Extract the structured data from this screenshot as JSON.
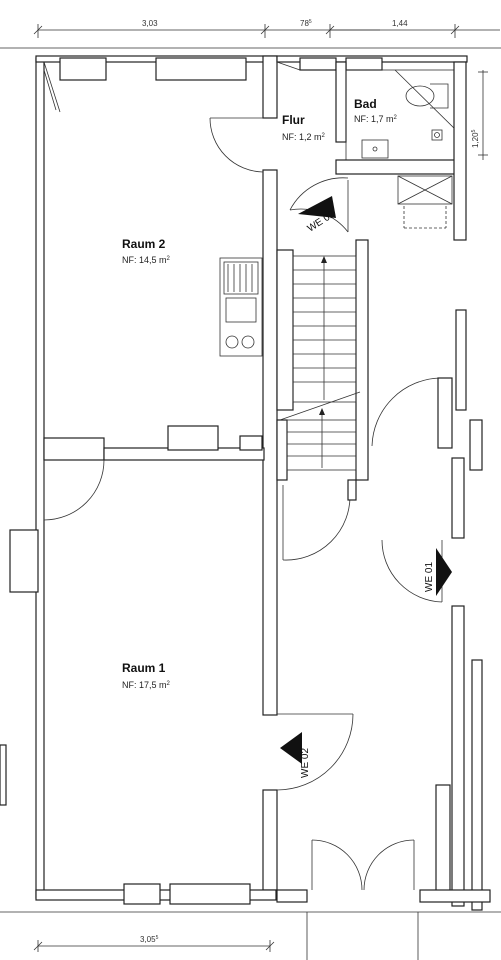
{
  "dimensions": {
    "top_left": "3,03",
    "top_middle": "78",
    "top_middle_sup": "5",
    "top_right": "1,44",
    "right_side": "1,20",
    "right_side_sup": "5",
    "bottom": "3,05",
    "bottom_sup": "5"
  },
  "rooms": {
    "bad": {
      "name": "Bad",
      "area_prefix": "NF: 1,7 m",
      "area_sup": "2"
    },
    "flur": {
      "name": "Flur",
      "area_prefix": "NF: 1,2 m",
      "area_sup": "2"
    },
    "raum2": {
      "name": "Raum 2",
      "area_prefix": "NF: 14,5 m",
      "area_sup": "2"
    },
    "raum1": {
      "name": "Raum 1",
      "area_prefix": "NF: 17,5 m",
      "area_sup": "2"
    }
  },
  "entrances": {
    "we02_top": "WE 02",
    "we01": "WE 01",
    "we02_bottom": "WE 02"
  },
  "colors": {
    "line": "#222222",
    "background": "#ffffff"
  }
}
